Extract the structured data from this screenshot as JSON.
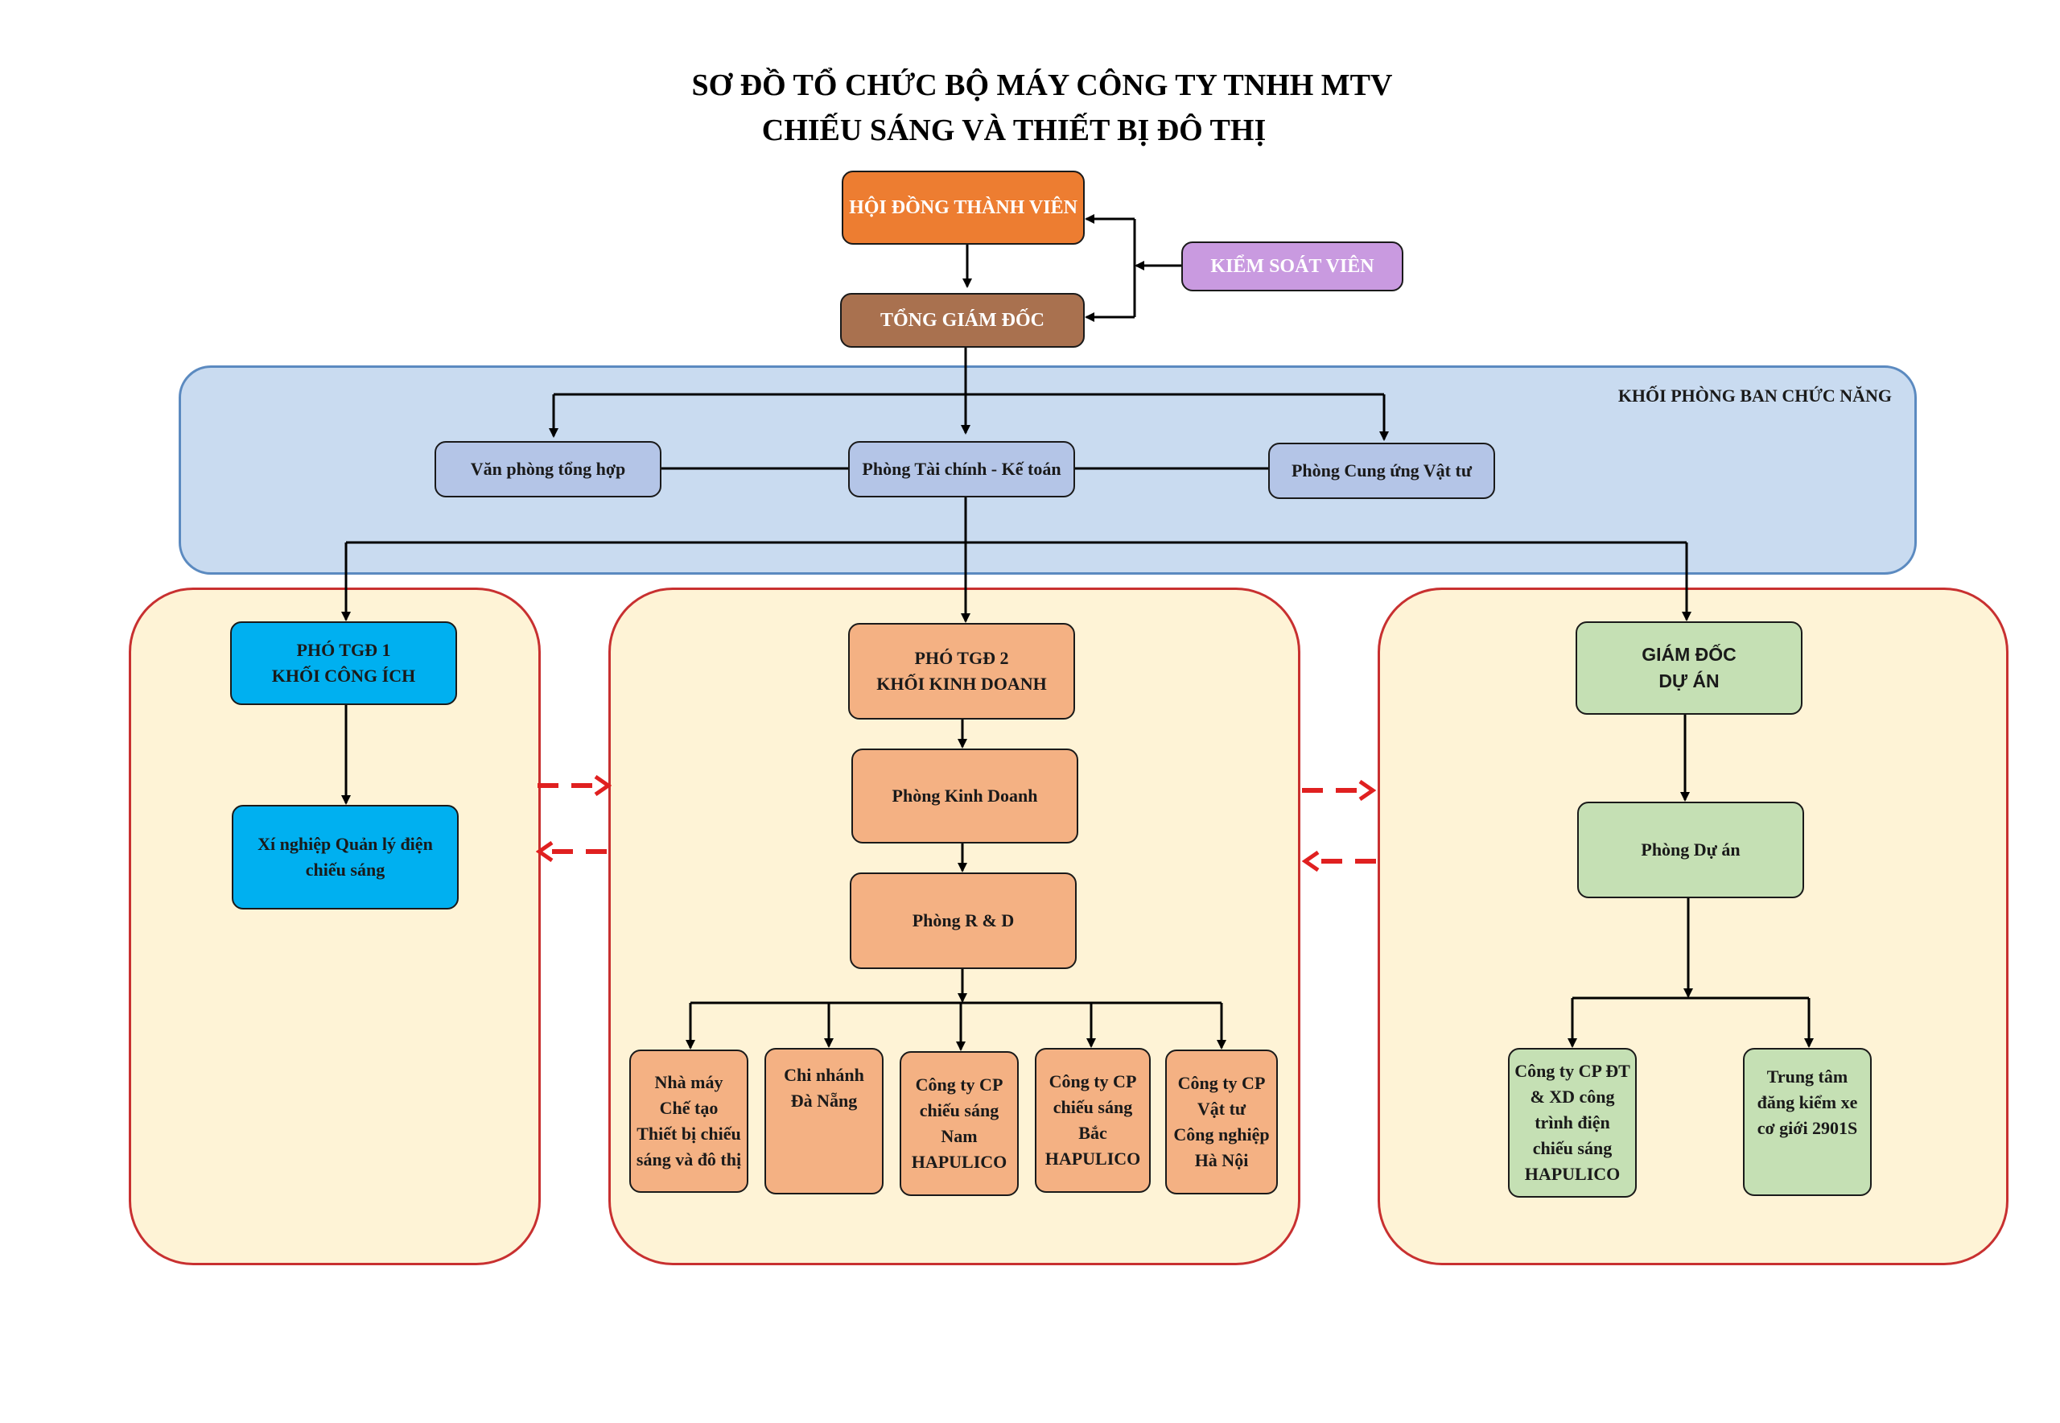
{
  "title": {
    "line1": "SƠ ĐỒ TỔ CHỨC BỘ MÁY CÔNG TY TNHH MTV",
    "line2": "CHIẾU SÁNG VÀ THIẾT BỊ ĐÔ THỊ"
  },
  "top": {
    "hoi_dong": "HỘI ĐỒNG THÀNH VIÊN",
    "tong_giam_doc": "TỔNG GIÁM ĐỐC",
    "kiem_soat_vien": "KIỂM SOÁT VIÊN"
  },
  "functional_block": {
    "label": "KHỐI PHÒNG BAN CHỨC NĂNG",
    "van_phong": "Văn phòng tổng hợp",
    "tai_chinh": "Phòng Tài chính - Kế toán",
    "cung_ung": "Phòng Cung ứng Vật tư"
  },
  "left_block": {
    "head": "PHÓ TGĐ 1\nKHỐI CÔNG ÍCH",
    "xi_nghiep": "Xí nghiệp Quản lý điện\nchiếu sáng"
  },
  "mid_block": {
    "head": "PHÓ TGĐ 2\nKHỐI KINH DOANH",
    "kinh_doanh": "Phòng Kinh Doanh",
    "rnd": "Phòng R & D",
    "units": [
      "Nhà máy\nChế tạo\nThiết bị chiếu\nsáng và đô thị",
      "Chi nhánh\nĐà Nẵng",
      "Công ty CP\nchiếu sáng\nNam\nHAPULICO",
      "Công ty CP\nchiếu sáng\nBắc\nHAPULICO",
      "Công ty CP\nVật tư\nCông nghiệp\nHà Nội"
    ]
  },
  "right_block": {
    "head": "GIÁM ĐỐC\nDỰ ÁN",
    "du_an": "Phòng Dự án",
    "units": [
      "Công ty CP ĐT\n& XD công\ntrình điện\nchiếu sáng\nHAPULICO",
      "Trung tâm\nđăng kiểm xe\ncơ giới 2901S"
    ]
  },
  "colors": {
    "orange": "#ed7d31",
    "brown": "#a9714f",
    "purple": "#c99ae0",
    "functional_bg": "#c9dbf0",
    "block_bg": "#fef3d6",
    "block_border": "#c83030",
    "cyan": "#00b0f0",
    "salmon": "#f4b183",
    "green": "#c5e0b4",
    "dashed_arrow": "#e02020"
  }
}
